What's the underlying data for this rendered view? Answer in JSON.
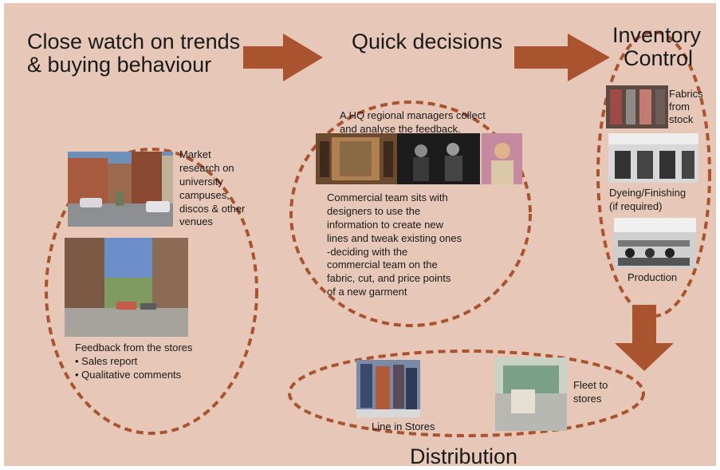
{
  "headings": {
    "trends": [
      "Close watch on trends",
      "& buying behaviour"
    ],
    "decisions": "Quick decisions",
    "inventory": [
      "Inventory",
      "Control"
    ],
    "distribution": "Distribution"
  },
  "trends": {
    "market_research": [
      "Market",
      "research on",
      "university",
      "campuses,",
      "discos & other",
      "venues"
    ],
    "feedback_title": "Feedback from the stores",
    "feedback_items": [
      "Sales report",
      "Qualitative comments"
    ]
  },
  "decisions": {
    "hq_text": [
      "A HQ regional managers collect",
      "and analyse the feedback."
    ],
    "commercial_text": [
      "Commercial team sits with",
      "designers to use the",
      "information to create new",
      "lines and tweak existing ones",
      "-deciding with the",
      "commercial team on the",
      "fabric, cut, and price points",
      "of a new garment"
    ]
  },
  "inventory": {
    "fabrics": [
      "Fabrics",
      "from",
      "stock"
    ],
    "dyeing": [
      "Dyeing/Finishing",
      "(if required)"
    ],
    "production": "Production"
  },
  "distribution": {
    "line_in_stores": "Line in Stores",
    "fleet": [
      "Fleet to",
      "stores"
    ]
  },
  "colors": {
    "background": "#e7c7b7",
    "arrow": "#a9542e",
    "dash": "#a9542e"
  }
}
